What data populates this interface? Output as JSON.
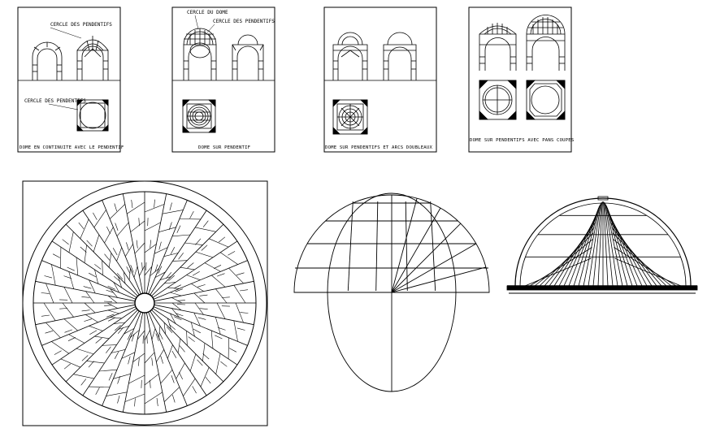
{
  "sheets": [
    {
      "caption": "DOME EN CONTINUITE AVEC LE PENDENTIF",
      "labels": [
        "CERCLE DES PENDENTIFS",
        "CERCLE DES PENDENTIFS"
      ]
    },
    {
      "caption": "DOME SUR PENDENTIF",
      "labels": [
        "CERCLE DU DOME",
        "CERCLE DES PENDENTIFS"
      ]
    },
    {
      "caption": "DOME SUR PENDENTIFS ET ARCS DOUBLEAUX",
      "labels": []
    },
    {
      "caption": "DOME SUR PENDENTIFS AVEC PANS COUPES",
      "labels": []
    }
  ]
}
